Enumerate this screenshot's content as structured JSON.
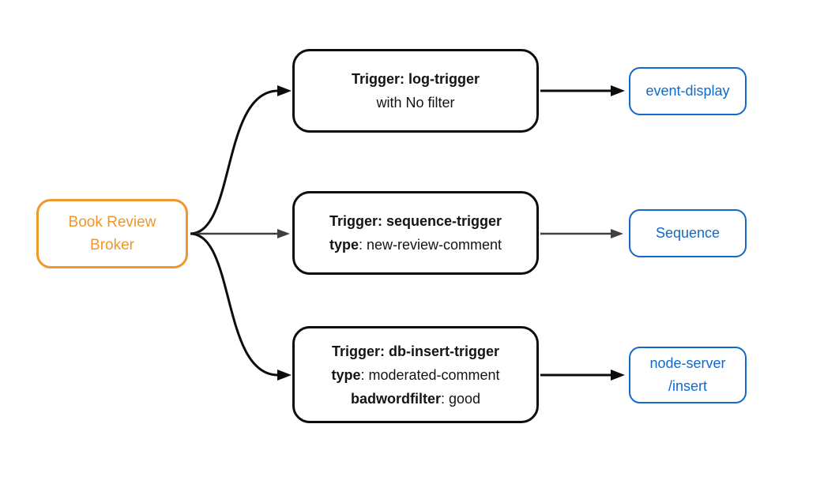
{
  "colors": {
    "broker_orange": "#F0962B",
    "sink_blue": "#1169C9",
    "edge_black": "#0D0D0D",
    "edge_gray": "#3F3F3F",
    "text_black": "#141414",
    "background": "#FFFFFF"
  },
  "broker": {
    "line1": "Book Review",
    "line2": "Broker"
  },
  "triggers": [
    {
      "name": "log-trigger",
      "lines": [
        {
          "bold": "Trigger: log-trigger",
          "rest": ""
        },
        {
          "bold": "",
          "rest": "with No filter"
        }
      ]
    },
    {
      "name": "sequence-trigger",
      "lines": [
        {
          "bold": "Trigger: sequence-trigger",
          "rest": ""
        },
        {
          "bold": "type",
          "rest": ": new-review-comment"
        }
      ]
    },
    {
      "name": "db-insert-trigger",
      "lines": [
        {
          "bold": "Trigger: db-insert-trigger",
          "rest": ""
        },
        {
          "bold": "type",
          "rest": ": moderated-comment"
        },
        {
          "bold": "badwordfilter",
          "rest": ": good"
        }
      ]
    }
  ],
  "sinks": [
    {
      "lines": [
        "event-display"
      ]
    },
    {
      "lines": [
        "Sequence"
      ]
    },
    {
      "lines": [
        "node-server",
        "/insert"
      ]
    }
  ],
  "edges": [
    {
      "from": "Book Review Broker",
      "to": "Trigger: log-trigger"
    },
    {
      "from": "Book Review Broker",
      "to": "Trigger: sequence-trigger"
    },
    {
      "from": "Book Review Broker",
      "to": "Trigger: db-insert-trigger"
    },
    {
      "from": "Trigger: log-trigger",
      "to": "event-display"
    },
    {
      "from": "Trigger: sequence-trigger",
      "to": "Sequence"
    },
    {
      "from": "Trigger: db-insert-trigger",
      "to": "node-server /insert"
    }
  ]
}
